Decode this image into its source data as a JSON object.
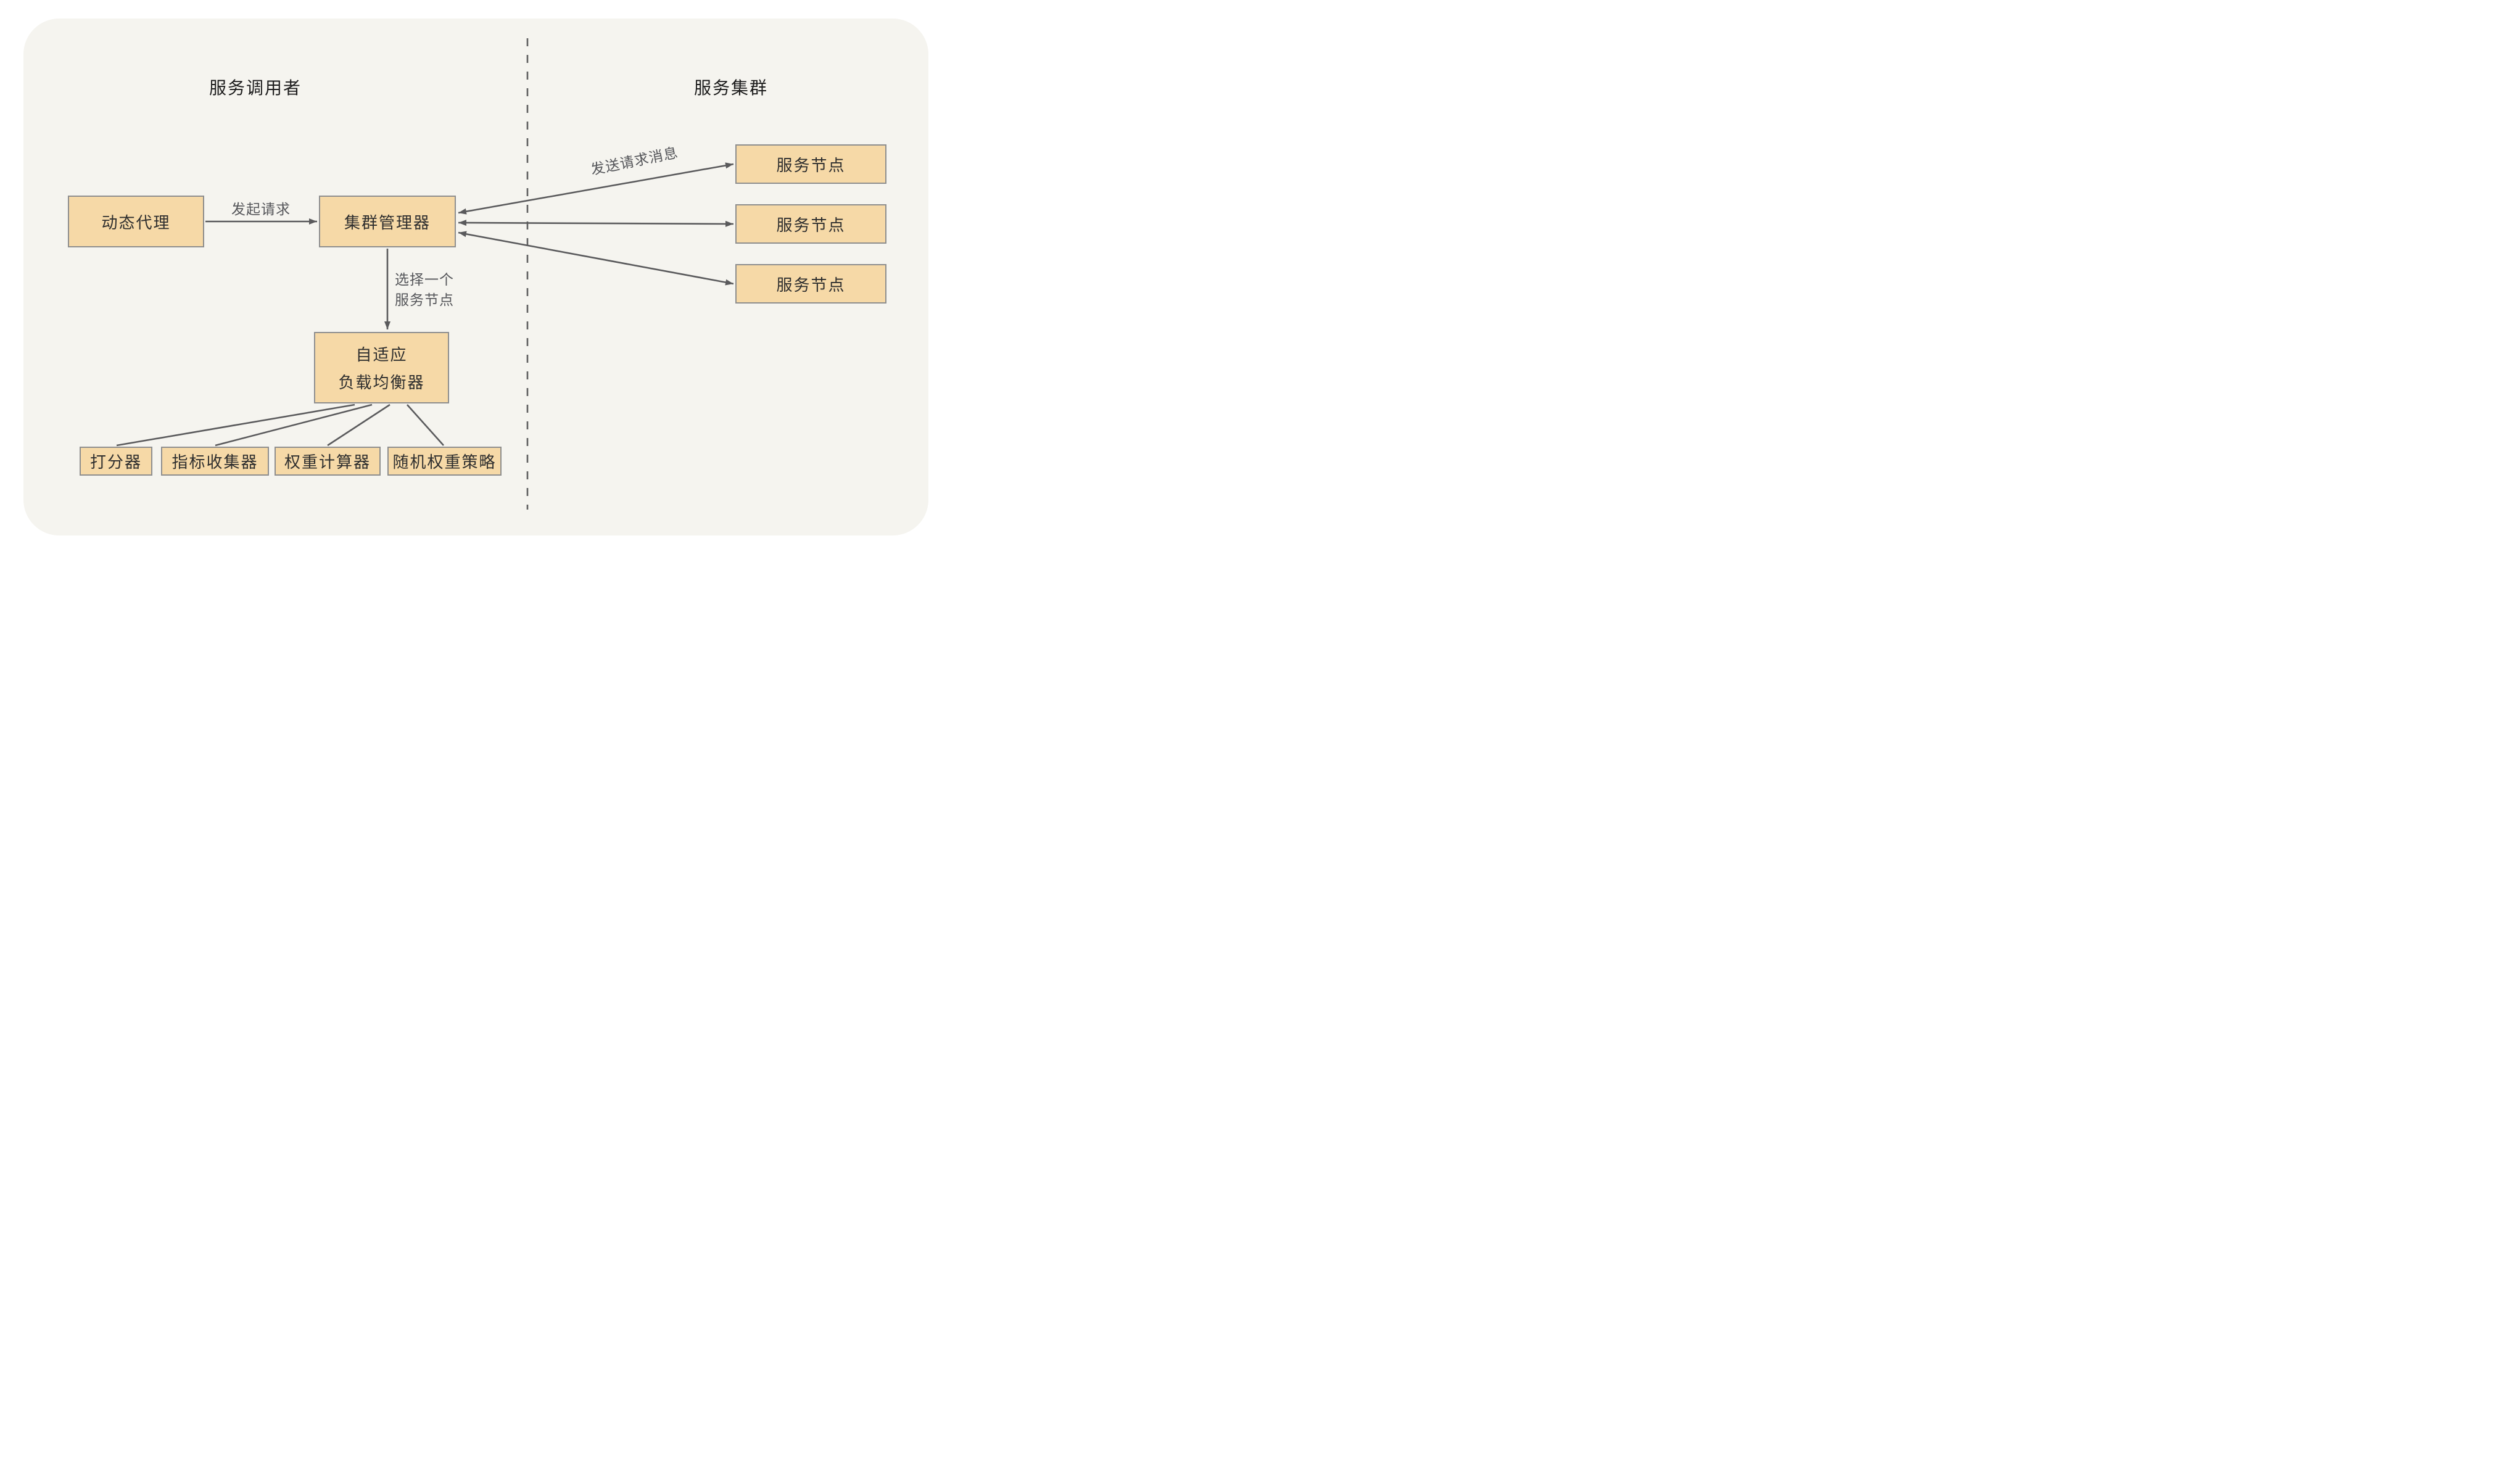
{
  "diagram": {
    "sections": {
      "left_title": "服务调用者",
      "right_title": "服务集群"
    },
    "nodes": {
      "dynamic_proxy": "动态代理",
      "cluster_manager": "集群管理器",
      "service_node_1": "服务节点",
      "service_node_2": "服务节点",
      "service_node_3": "服务节点",
      "adaptive_lb_line1": "自适应",
      "adaptive_lb_line2": "负载均衡器",
      "scorer": "打分器",
      "metric_collector": "指标收集器",
      "weight_calculator": "权重计算器",
      "random_weight_strategy": "随机权重策略"
    },
    "edge_labels": {
      "initiate_request": "发起请求",
      "send_request_message": "发送请求消息",
      "select_node_line1": "选择一个",
      "select_node_line2": "服务节点"
    },
    "colors": {
      "page_bg": "#ffffff",
      "card_bg": "#f5f4ef",
      "box_fill": "#f6d9a7",
      "box_border": "#8e8e8e",
      "box_text": "#2e2e2e",
      "connector": "#5a5a5c",
      "edge_label_text": "#55565a",
      "divider": "#5f5f5f"
    }
  }
}
